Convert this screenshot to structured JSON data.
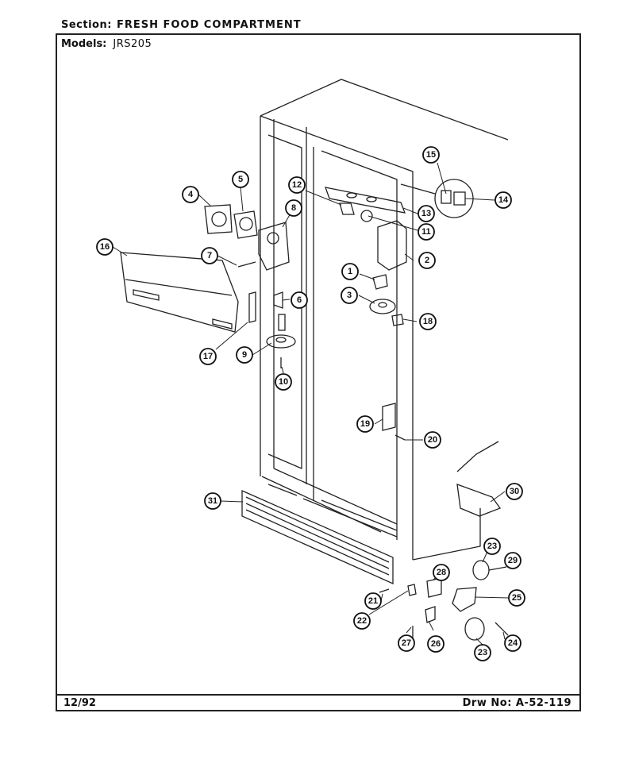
{
  "header": {
    "section_label": "Section:",
    "section_value": "FRESH FOOD COMPARTMENT",
    "models_label": "Models:",
    "models_value": "JRS205"
  },
  "footer": {
    "date": "12/92",
    "drawing_number": "Drw No: A-52-119"
  },
  "callouts": [
    "1",
    "2",
    "3",
    "4",
    "5",
    "6",
    "7",
    "8",
    "9",
    "10",
    "11",
    "12",
    "13",
    "14",
    "15",
    "16",
    "17",
    "18",
    "19",
    "20",
    "21",
    "22",
    "23",
    "23",
    "24",
    "25",
    "26",
    "27",
    "28",
    "29",
    "30",
    "31"
  ]
}
